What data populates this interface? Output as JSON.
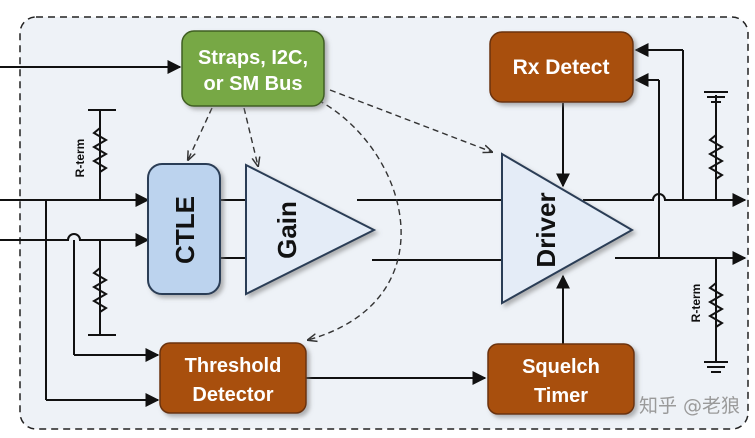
{
  "blocks": {
    "straps": {
      "line1": "Straps, I2C,",
      "line2": "or SM Bus"
    },
    "rx_detect": {
      "label": "Rx Detect"
    },
    "ctle": {
      "label": "CTLE"
    },
    "gain": {
      "label": "Gain"
    },
    "driver": {
      "label": "Driver"
    },
    "threshold": {
      "line1": "Threshold",
      "line2": "Detector"
    },
    "squelch": {
      "line1": "Squelch",
      "line2": "Timer"
    }
  },
  "resistor_labels": {
    "left": "R-term",
    "right": "R-term"
  },
  "watermark": "知乎 @老狼",
  "colors": {
    "green_block": "#77a844",
    "brown_block": "#a8500f",
    "ctle_fill": "#bcd3ee",
    "triangle_fill": "#e4ecf7",
    "panel_fill": "#eef2f7"
  }
}
